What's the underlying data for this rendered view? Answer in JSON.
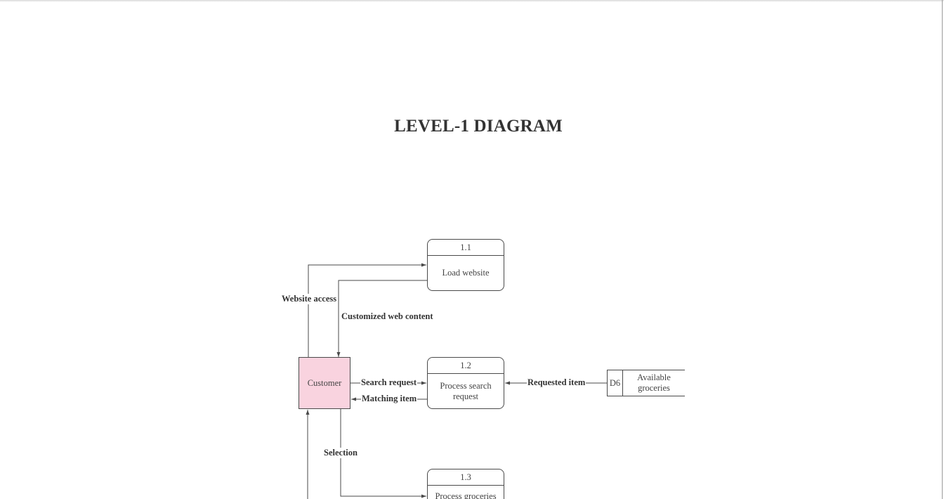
{
  "diagram": {
    "title": "LEVEL-1 DIAGRAM",
    "entity": {
      "label": "Customer",
      "fill": "#f9d3df"
    },
    "processes": [
      {
        "id": "1.1",
        "name": "Load website"
      },
      {
        "id": "1.2",
        "name": "Process search request"
      },
      {
        "id": "1.3",
        "name": "Process groceries"
      }
    ],
    "store": {
      "id": "D6",
      "name": "Available groceries"
    },
    "flows": {
      "website_access": "Website access",
      "customized_web_content": "Customized web content",
      "search_request": "Search request",
      "matching_item": "Matching item",
      "requested_item": "Requested item",
      "selection": "Selection"
    },
    "colors": {
      "line": "#4a4a4a",
      "text": "#333333"
    }
  }
}
